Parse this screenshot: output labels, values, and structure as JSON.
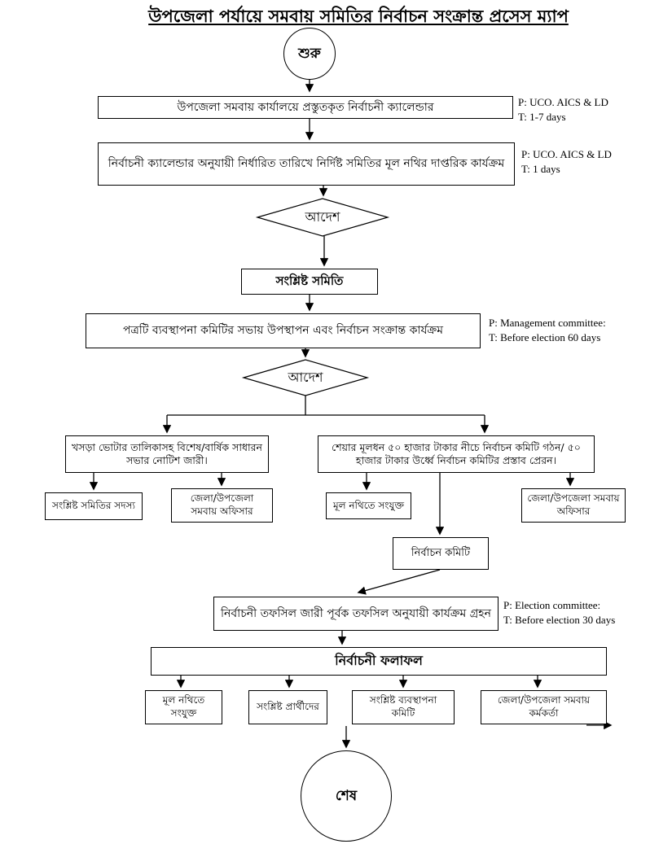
{
  "title": "উপজেলা পর্যায়ে সমবায় সমিতির নির্বাচন সংক্রান্ত প্রসেস ম্যাপ",
  "nodes": {
    "start": "শুরু",
    "calendar_prep": "উপজেলা সমবায় কার্যালয়ে প্রস্তুতকৃত নির্বাচনী ক্যালেন্ডার",
    "record_activity": "নির্বাচনী ক্যালেন্ডার অনুযায়ী নির্ধারিত তারিখে নির্দিষ্ট সমিতির মূল নথির দাপ্তরিক কার্যক্রম",
    "decision1": "আদেশ",
    "concerned_society": "সংশ্লিষ্ট সমিতি",
    "committee_presentation": "পত্রটি ব্যবস্থাপনা কমিটির সভায় উপস্থাপন এবং নির্বাচন সংক্রান্ত কার্যক্রম",
    "decision2": "আদেশ",
    "voter_notice": "খসড়া ভোটার তালিকাসহ বিশেষ/বার্ষিক সাধারন সভার নোটিশ জারী।",
    "share_capital": "শেয়ার মূলধন ৫০ হাজার টাকার নীচে নির্বাচন কমিটি গঠন/ ৫০ হাজার টাকার উর্ধ্বে নির্বাচন কমিটির প্রস্তাব প্রেরন।",
    "society_members": "সংশ্লিষ্ট সমিতির সদস্য",
    "coop_officer_left": "জেলা/উপজেলা সমবায় অফিসার",
    "attach_record_1": "মূল নথিতে সংযুক্ত",
    "coop_officer_right": "জেলা/উপজেলা সমবায় অফিসার",
    "election_committee": "নির্বাচন কমিটি",
    "schedule_action": "নির্বাচনী তফসিল জারী পূর্বক তফসিল অনুযায়ী কার্যক্রম গ্রহন",
    "election_results": "নির্বাচনী ফলাফল",
    "attach_record_2": "মূল নথিতে সংযুক্ত",
    "candidates": "সংশ্লিষ্ট প্রার্থীদের",
    "management_committee": "সংশ্লিষ্ট ব্যবস্থাপনা কমিটি",
    "coop_officer_bottom": "জেলা/উপজেলা সমবায় কর্মকর্তা",
    "end": "শেষ"
  },
  "annotations": [
    {
      "p": "P: UCO. AICS & LD",
      "t": "T: 1-7 days"
    },
    {
      "p": "P: UCO. AICS & LD",
      "t": "T: 1 days"
    },
    {
      "p": "P: Management committee:",
      "t": "T: Before election 60 days"
    },
    {
      "p": "P: Election committee:",
      "t": "T: Before election 30 days"
    }
  ]
}
